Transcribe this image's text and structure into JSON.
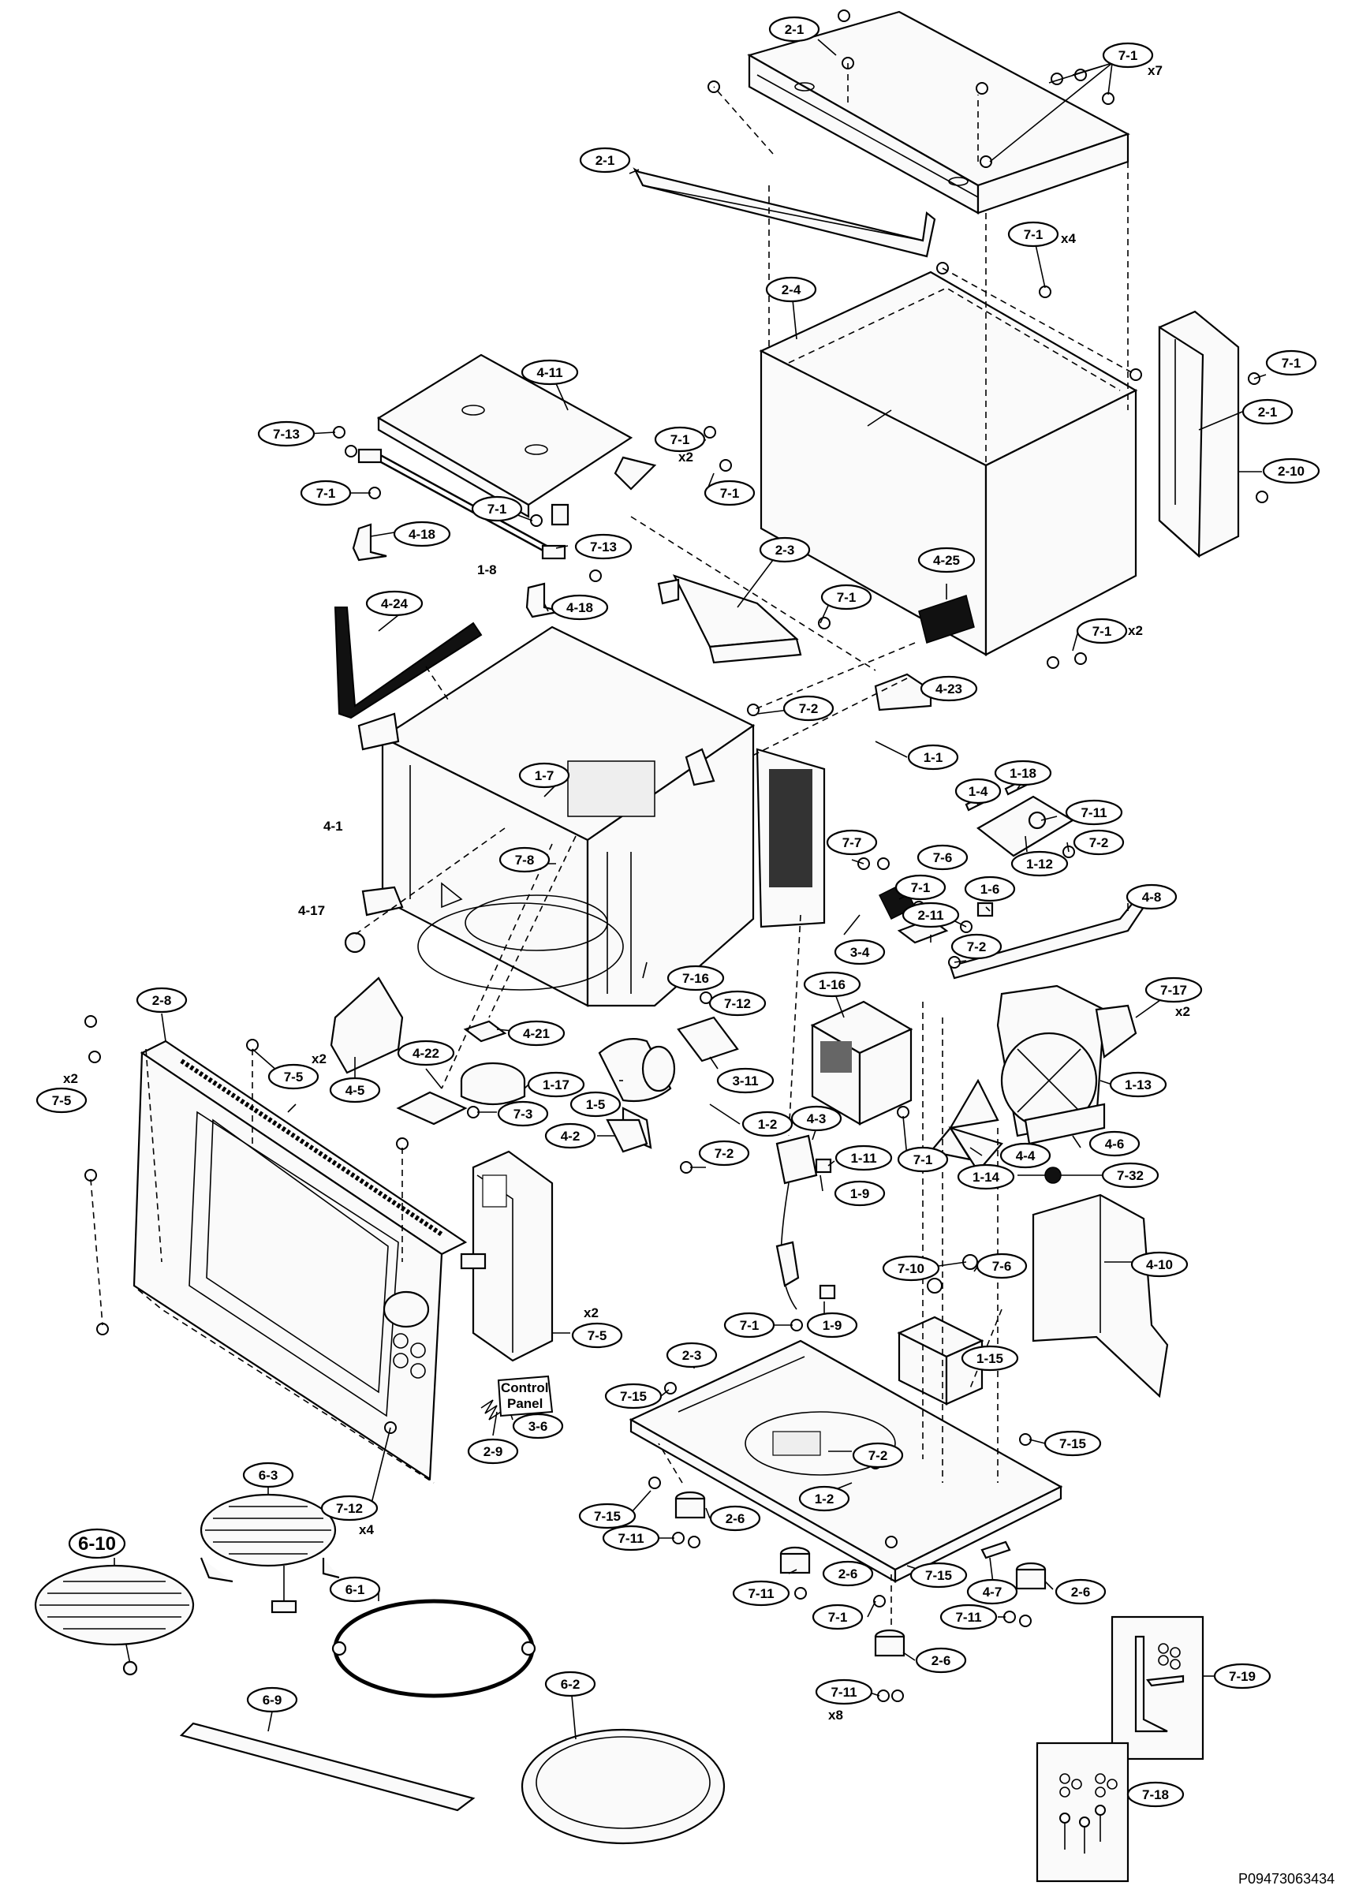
{
  "diagram": {
    "figure_id": "P09473063434",
    "callouts": {
      "c_2_1a": "2-1",
      "c_7_1a": "7-1",
      "c_2_1b": "2-1",
      "c_7_1b": "7-1",
      "c_2_4": "2-4",
      "c_7_1c": "7-1",
      "c_2_1c": "2-1",
      "c_2_10": "2-10",
      "c_4_11": "4-11",
      "c_7_13a": "7-13",
      "c_7_1d": "7-1",
      "c_7_1e": "7-1",
      "c_7_1f": "7-1",
      "c_7_1g": "7-1",
      "c_4_18a": "4-18",
      "c_7_13b": "7-13",
      "c_4_18b": "4-18",
      "c_2_3a": "2-3",
      "c_7_1h": "7-1",
      "c_4_25": "4-25",
      "c_7_1i": "7-1",
      "c_4_24": "4-24",
      "c_4_23": "4-23",
      "c_7_2a": "7-2",
      "c_1_1": "1-1",
      "c_1_7": "1-7",
      "c_1_4": "1-4",
      "c_1_18": "1-18",
      "c_7_11a": "7-11",
      "c_7_8": "7-8",
      "c_7_7": "7-7",
      "c_7_6a": "7-6",
      "c_1_6": "1-6",
      "c_7_2b": "7-2",
      "c_1_12": "1-12",
      "c_7_1j": "7-1",
      "c_4_8": "4-8",
      "c_2_11": "2-11",
      "c_7_2c": "7-2",
      "c_3_4": "3-4",
      "c_7_16": "7-16",
      "c_7_12a": "7-12",
      "c_1_16": "1-16",
      "c_7_17": "7-17",
      "c_2_8": "2-8",
      "c_4_21": "4-21",
      "c_7_5a": "7-5",
      "c_4_22": "4-22",
      "c_1_17": "1-17",
      "c_1_5": "1-5",
      "c_3_11": "3-11",
      "c_1_13": "1-13",
      "c_4_5": "4-5",
      "c_7_5b": "7-5",
      "c_7_3": "7-3",
      "c_1_2a": "1-2",
      "c_4_2": "4-2",
      "c_4_3": "4-3",
      "c_7_1k": "7-1",
      "c_4_6": "4-6",
      "c_7_2d": "7-2",
      "c_1_11": "1-11",
      "c_4_4": "4-4",
      "c_1_14": "1-14",
      "c_7_32": "7-32",
      "c_1_9a": "1-9",
      "c_4_10": "4-10",
      "c_7_10": "7-10",
      "c_7_6b": "7-6",
      "c_7_5c": "7-5",
      "c_7_1l": "7-1",
      "c_1_9b": "1-9",
      "c_1_15": "1-15",
      "c_2_3b": "2-3",
      "c_7_15a": "7-15",
      "c_3_6": "3-6",
      "c_7_2e": "7-2",
      "c_7_15b": "7-15",
      "c_2_9": "2-9",
      "c_6_3": "6-3",
      "c_7_12b": "7-12",
      "c_1_2b": "1-2",
      "c_7_15c": "7-15",
      "c_2_6a": "2-6",
      "c_7_11b": "7-11",
      "c_6_10": "6-10",
      "c_2_6b": "2-6",
      "c_7_11c": "7-11",
      "c_7_15d": "7-15",
      "c_4_7": "4-7",
      "c_2_6c": "2-6",
      "c_6_1": "6-1",
      "c_7_1m": "7-1",
      "c_7_11d": "7-11",
      "c_2_6d": "2-6",
      "c_7_19": "7-19",
      "c_6_9": "6-9",
      "c_6_2": "6-2",
      "c_7_11e": "7-11",
      "c_7_18": "7-18"
    },
    "labels": {
      "x7": "x7",
      "x4a": "x4",
      "x2a": "x2",
      "x2b": "x2",
      "x2c": "x2",
      "x2d": "x2",
      "x2e": "x2",
      "x2f": "x2",
      "x4b": "x4",
      "x8": "x8",
      "l_1_8": "1-8",
      "l_4_1": "4-1",
      "l_4_17": "4-17",
      "control_1": "Control",
      "control_2": "Panel"
    }
  }
}
